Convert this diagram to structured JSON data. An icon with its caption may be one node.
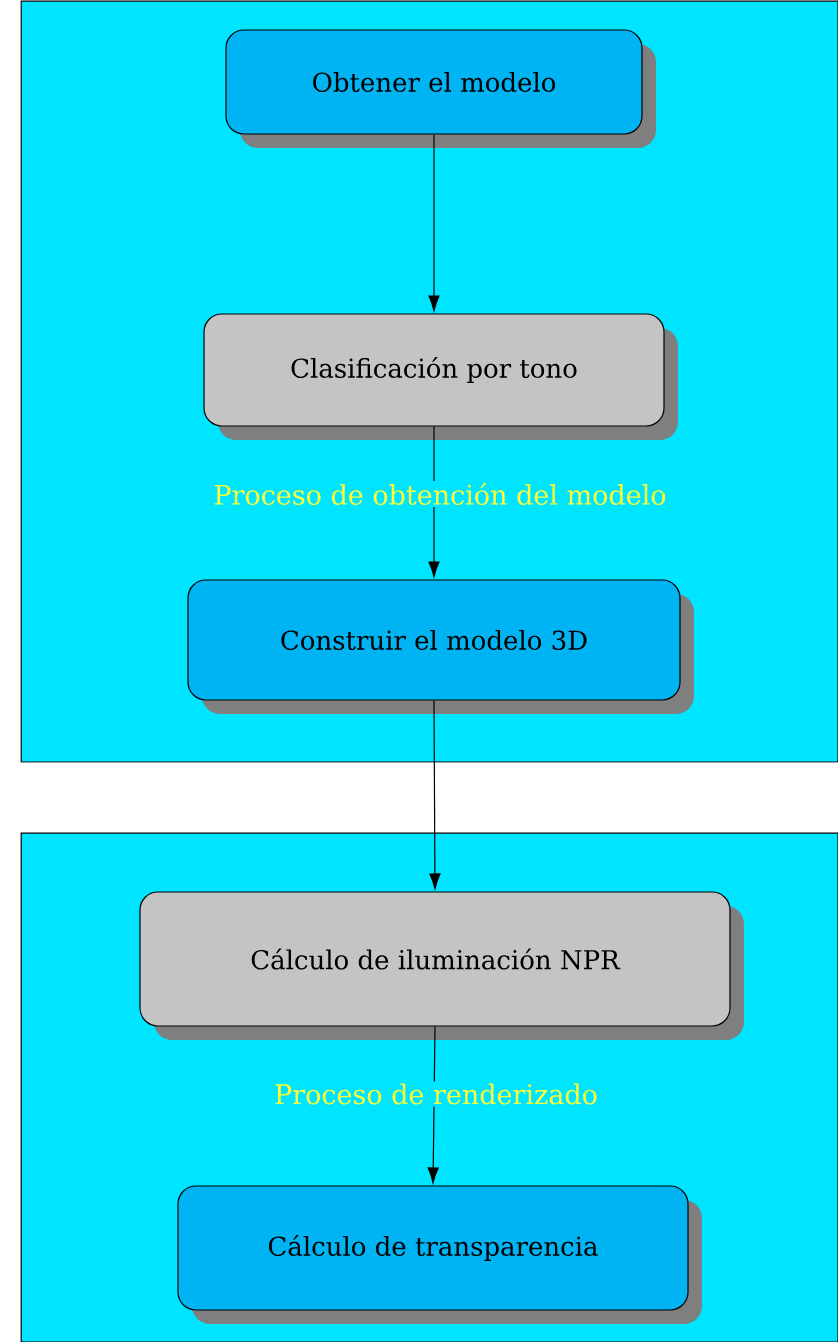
{
  "diagram": {
    "nodes": [
      {
        "text": [
          "Proceso de obtención del modelo"
        ]
      },
      {
        "text": [
          "Obtener el modelo"
        ],
        "in": 0
      },
      {
        "text": [
          "Clasificación por tono"
        ],
        "in": 0
      },
      {
        "text": [
          "Construir el modelo 3D"
        ],
        "in": 0
      },
      {
        "text": [
          "Proceso de renderizado"
        ]
      },
      {
        "text": [
          "Cálculo de iluminación NPR"
        ],
        "in": 4
      },
      {
        "text": [
          "Cálculo de transparencia"
        ],
        "in": 4
      }
    ],
    "edges": [
      {
        "from": 1,
        "to": 2,
        "arrow": "to"
      },
      {
        "from": 2,
        "to": 3,
        "arrow": "to"
      },
      {
        "from": 3,
        "to": 5,
        "arrow": "to"
      },
      {
        "from": 5,
        "to": 6,
        "arrow": "to"
      }
    ]
  }
}
